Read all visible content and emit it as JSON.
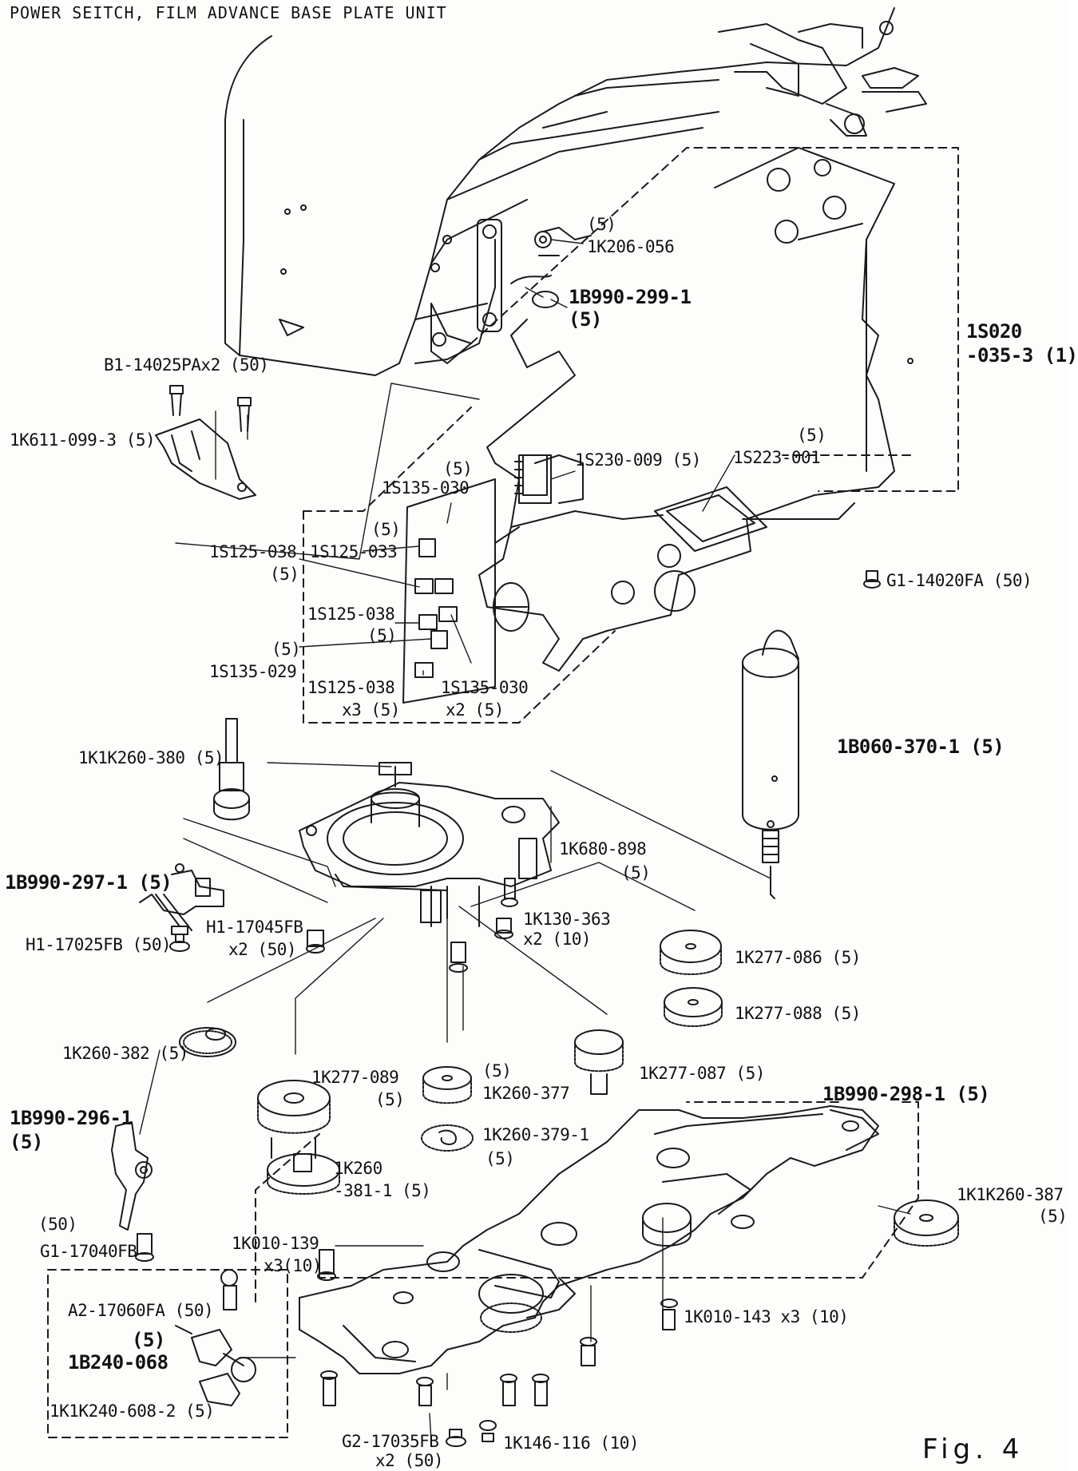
{
  "title": "POWER SEITCH, FILM ADVANCE BASE PLATE UNIT",
  "figure": "Fig. 4",
  "labels": [
    {
      "id": "l01",
      "text": "(5)"
    },
    {
      "id": "l02",
      "text": "1K206-056"
    },
    {
      "id": "l03",
      "text": "1B990-299-1"
    },
    {
      "id": "l04",
      "text": "(5)"
    },
    {
      "id": "l05",
      "text": "1S020"
    },
    {
      "id": "l06",
      "text": "-035-3 (1)"
    },
    {
      "id": "l07",
      "text": "B1-14025PAx2 (50)"
    },
    {
      "id": "l08",
      "text": "1K611-099-3 (5)"
    },
    {
      "id": "l09",
      "text": "(5)"
    },
    {
      "id": "l10",
      "text": "1S135-030"
    },
    {
      "id": "l11",
      "text": "1S230-009 (5)"
    },
    {
      "id": "l12",
      "text": "(5)"
    },
    {
      "id": "l13",
      "text": "1S223-001"
    },
    {
      "id": "l14",
      "text": "(5)"
    },
    {
      "id": "l15",
      "text": "1S125-038"
    },
    {
      "id": "l16",
      "text": "1S125-033"
    },
    {
      "id": "l17",
      "text": "(5)"
    },
    {
      "id": "l18",
      "text": "G1-14020FA (50)"
    },
    {
      "id": "l19",
      "text": "1S125-038"
    },
    {
      "id": "l20",
      "text": "(5)"
    },
    {
      "id": "l21",
      "text": "(5)"
    },
    {
      "id": "l22",
      "text": "1S135-029"
    },
    {
      "id": "l23",
      "text": "1S125-038"
    },
    {
      "id": "l24",
      "text": "1S135-030"
    },
    {
      "id": "l25",
      "text": "x3 (5)"
    },
    {
      "id": "l26",
      "text": "x2 (5)"
    },
    {
      "id": "l27",
      "text": "1K1K260-380 (5)"
    },
    {
      "id": "l28",
      "text": "1B060-370-1 (5)"
    },
    {
      "id": "l29",
      "text": "1K680-898"
    },
    {
      "id": "l30",
      "text": "(5)"
    },
    {
      "id": "l31",
      "text": "1B990-297-1 (5)"
    },
    {
      "id": "l32",
      "text": "H1-17045FB"
    },
    {
      "id": "l33",
      "text": "x2 (50)"
    },
    {
      "id": "l34",
      "text": "1K130-363"
    },
    {
      "id": "l35",
      "text": "x2 (10)"
    },
    {
      "id": "l36",
      "text": "H1-17025FB (50)"
    },
    {
      "id": "l37",
      "text": "1K277-086 (5)"
    },
    {
      "id": "l38",
      "text": "1K277-088 (5)"
    },
    {
      "id": "l39",
      "text": "1K260-382 (5)"
    },
    {
      "id": "l40",
      "text": "1K277-089"
    },
    {
      "id": "l41",
      "text": "(5)"
    },
    {
      "id": "l42",
      "text": "(5)"
    },
    {
      "id": "l43",
      "text": "1K260-377"
    },
    {
      "id": "l44",
      "text": "1K277-087 (5)"
    },
    {
      "id": "l45",
      "text": "1B990-298-1 (5)"
    },
    {
      "id": "l46",
      "text": "1B990-296-1"
    },
    {
      "id": "l47",
      "text": "(5)"
    },
    {
      "id": "l48",
      "text": "1K260-379-1"
    },
    {
      "id": "l49",
      "text": "(5)"
    },
    {
      "id": "l50",
      "text": "1K260"
    },
    {
      "id": "l51",
      "text": "-381-1 (5)"
    },
    {
      "id": "l52",
      "text": "1K1K260-387"
    },
    {
      "id": "l53",
      "text": "(5)"
    },
    {
      "id": "l54",
      "text": "(50)"
    },
    {
      "id": "l55",
      "text": "G1-17040FB"
    },
    {
      "id": "l56",
      "text": "1K010-139"
    },
    {
      "id": "l57",
      "text": "x3(10)"
    },
    {
      "id": "l58",
      "text": "A2-17060FA (50)"
    },
    {
      "id": "l59",
      "text": "(5)"
    },
    {
      "id": "l60",
      "text": "1B240-068"
    },
    {
      "id": "l61",
      "text": "1K010-143 x3 (10)"
    },
    {
      "id": "l62",
      "text": "1K1K240-608-2 (5)"
    },
    {
      "id": "l63",
      "text": "G2-17035FB"
    },
    {
      "id": "l64",
      "text": "x2 (50)"
    },
    {
      "id": "l65",
      "text": "1K146-116 (10)"
    }
  ]
}
